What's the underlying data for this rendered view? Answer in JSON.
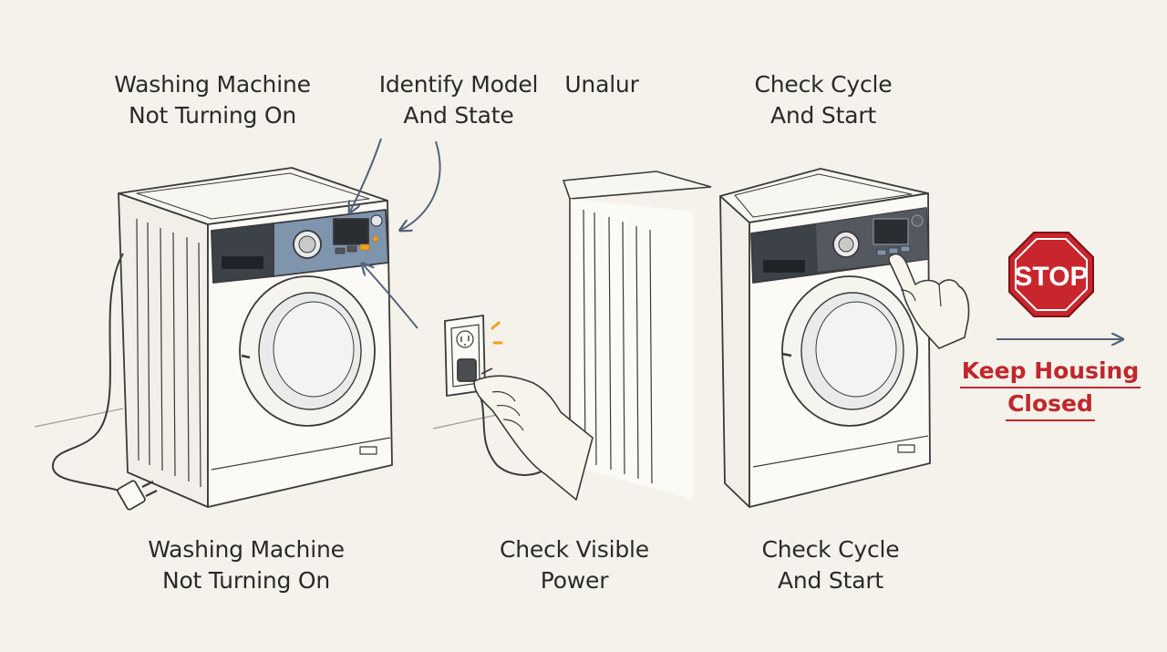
{
  "labels": {
    "top_left": [
      "Washing Machine",
      "Not Turning On"
    ],
    "top_middle": [
      "Identify Model",
      "And State"
    ],
    "top_extra": "Unalur",
    "top_right": [
      "Check Cycle",
      "And Start"
    ],
    "bottom_left": [
      "Washing Machine",
      "Not Turning On"
    ],
    "bottom_middle": [
      "Check Visible",
      "Power"
    ],
    "bottom_right": [
      "Check Cycle",
      "And Start"
    ]
  },
  "warning": {
    "sign_text": "STOP",
    "lines": [
      "Keep Housing",
      "Closed"
    ]
  },
  "colors": {
    "background": "#f4f2ea",
    "line": "#3a3a3a",
    "panel_accent": "#7f94ad",
    "arrow": "#53637a",
    "stop_red": "#c9252c",
    "warning_text": "#c0272d",
    "indicator_orange": "#f0a020"
  },
  "icons": [
    "washing-machine-icon",
    "wall-outlet-icon",
    "power-plug-icon",
    "hand-icon",
    "stop-sign-icon",
    "arrow-icon"
  ]
}
